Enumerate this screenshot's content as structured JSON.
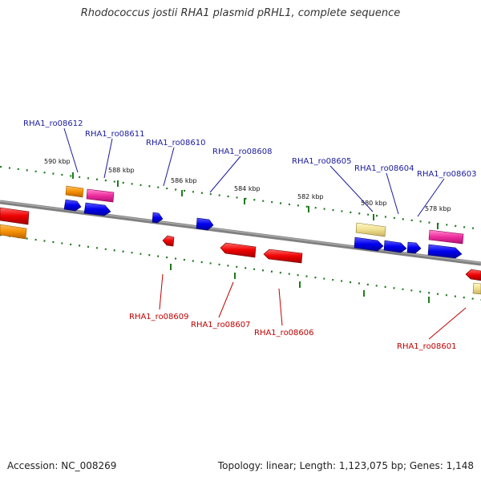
{
  "title": "Rhodococcus jostii RHA1 plasmid pRHL1, complete sequence",
  "footer": {
    "accession": "Accession: NC_008269",
    "summary": "Topology: linear; Length: 1,123,075 bp; Genes: 1,148"
  },
  "ruler": {
    "labels": [
      "590 kbp",
      "588 kbp",
      "586 kbp",
      "584 kbp",
      "582 kbp",
      "580 kbp",
      "578 kbp"
    ]
  },
  "genes_top": [
    {
      "id": "RHA1_ro08612"
    },
    {
      "id": "RHA1_ro08611"
    },
    {
      "id": "RHA1_ro08610"
    },
    {
      "id": "RHA1_ro08608"
    },
    {
      "id": "RHA1_ro08605"
    },
    {
      "id": "RHA1_ro08604"
    },
    {
      "id": "RHA1_ro08603"
    }
  ],
  "genes_bottom": [
    {
      "id": "RHA1_ro08609"
    },
    {
      "id": "RHA1_ro08607"
    },
    {
      "id": "RHA1_ro08606"
    },
    {
      "id": "RHA1_ro08601"
    }
  ],
  "colors": {
    "backbone": "#808080",
    "tick": "#1e7a1e",
    "forward_gene": "#0000ee",
    "reverse_gene": "#ee0000",
    "orange_gene": "#f59000",
    "pink_gene": "#ee2ea0",
    "yellow_gene": "#f0e090",
    "label_top": "#1a1aa0",
    "label_bottom": "#c00000"
  }
}
